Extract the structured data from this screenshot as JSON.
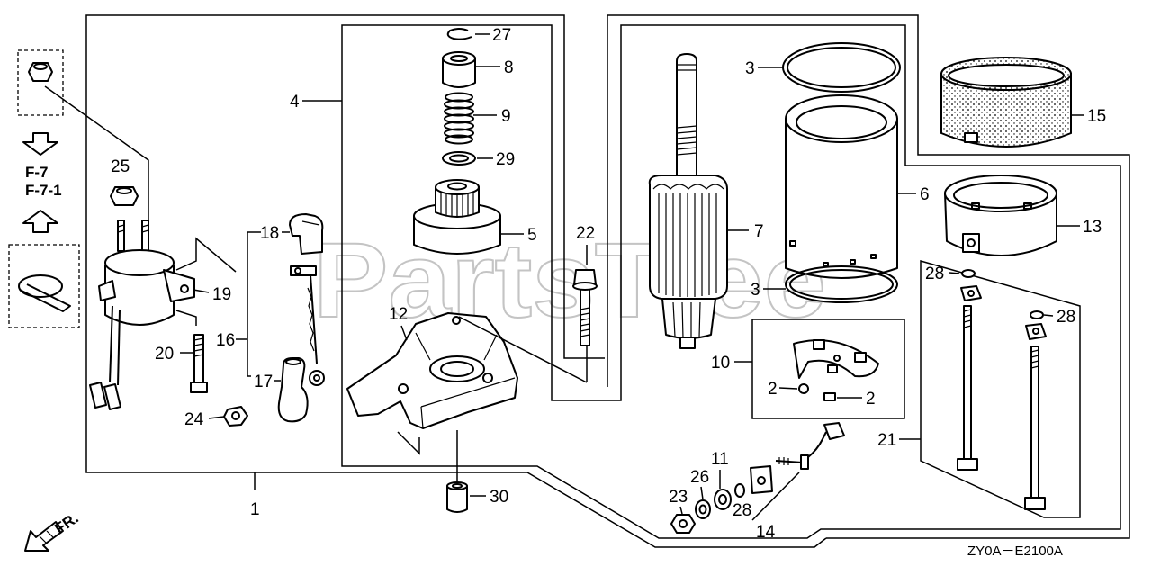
{
  "diagram": {
    "reference_codes": {
      "f7": "F-7",
      "f7_1": "F-7-1"
    },
    "front_marker": "FR.",
    "drawing_code": "ZY0A－E2100A",
    "watermark": {
      "text": "PartsTree",
      "trademark": "TM"
    },
    "callouts": {
      "part_1": "1",
      "part_2a": "2",
      "part_2b": "2",
      "part_3_top": "3",
      "part_3_bottom": "3",
      "part_4": "4",
      "part_5": "5",
      "part_6": "6",
      "part_7": "7",
      "part_8": "8",
      "part_9": "9",
      "part_10": "10",
      "part_11": "11",
      "part_12": "12",
      "part_13": "13",
      "part_14": "14",
      "part_15": "15",
      "part_16": "16",
      "part_17": "17",
      "part_18": "18",
      "part_19": "19",
      "part_20": "20",
      "part_21": "21",
      "part_22": "22",
      "part_23": "23",
      "part_24": "24",
      "part_25": "25",
      "part_26": "26",
      "part_27": "27",
      "part_28a": "28",
      "part_28b": "28",
      "part_28c": "28",
      "part_29": "29",
      "part_30": "30"
    },
    "colors": {
      "ink": "#000000",
      "background": "#ffffff",
      "watermark": "#c4c4c4"
    }
  }
}
